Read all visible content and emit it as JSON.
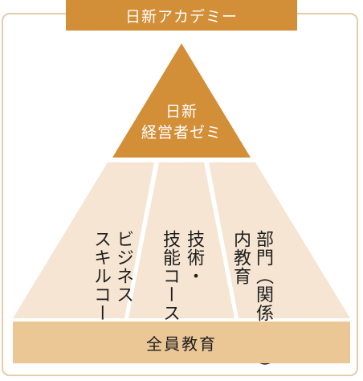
{
  "header": {
    "title": "日新アカデミー"
  },
  "apex": {
    "line1": "日新",
    "line2": "経営者ゼミ"
  },
  "courses": [
    {
      "line1": "ビジネス",
      "line2": "スキルコース"
    },
    {
      "line1": "技術・",
      "line2": "技能コース"
    },
    {
      "line1": "部門（関係会社）",
      "line2": "内教育"
    }
  ],
  "base": {
    "label": "全員教育"
  },
  "colors": {
    "accent": "#d38e38",
    "tier_fill": "#f6e5d2",
    "base_fill": "#ecc796",
    "frame_border": "#e6cba9"
  }
}
